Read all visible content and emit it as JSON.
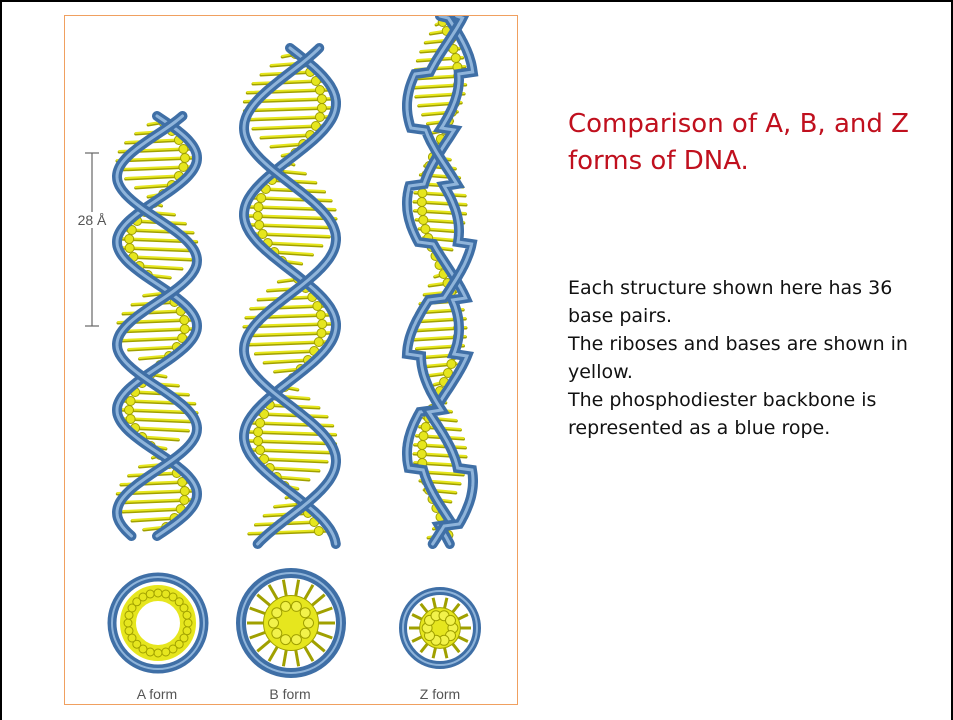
{
  "figure": {
    "scale_label": "28 Å",
    "forms": [
      {
        "label": "A form"
      },
      {
        "label": "B form"
      },
      {
        "label": "Z form"
      }
    ],
    "colors": {
      "backbone": "#3f6fa6",
      "backbone_highlight": "#8fb4da",
      "bases": "#e6e61e",
      "bases_dark": "#a0a000",
      "frame_border": "#f0a060"
    }
  },
  "title": "Comparison of A, B, and Z forms of DNA.",
  "description": [
    "Each structure shown here has 36 base pairs.",
    "The riboses and bases are shown in yellow.",
    "The phosphodiester backbone is represented as a blue rope."
  ]
}
